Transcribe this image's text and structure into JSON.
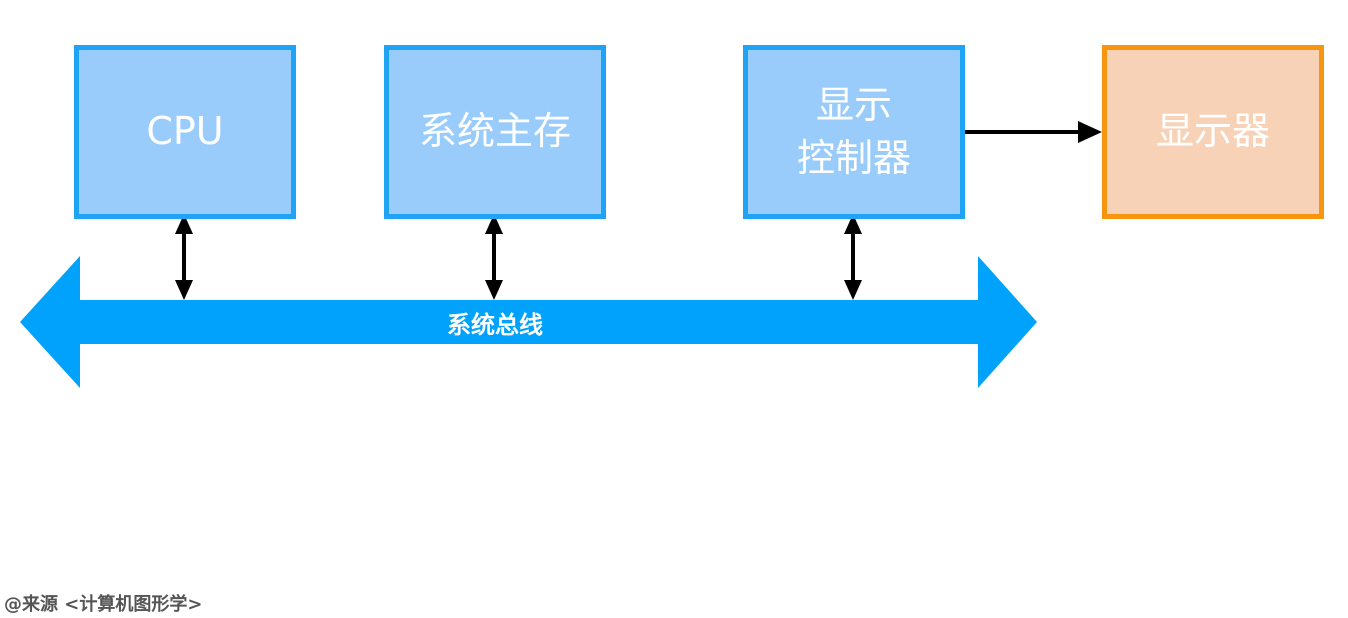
{
  "boxes": {
    "cpu": "CPU",
    "memory": "系统主存",
    "controller": "显示\n控制器",
    "display": "显示器"
  },
  "bus": {
    "label": "系统总线"
  },
  "source": "@来源 <计算机图形学>",
  "colors": {
    "box_fill": "#99ccfb",
    "box_border": "#1ea3f5",
    "display_fill": "#f7d2b7",
    "display_border": "#f7950f",
    "bus": "#00a2fb",
    "arrow": "#000000"
  }
}
